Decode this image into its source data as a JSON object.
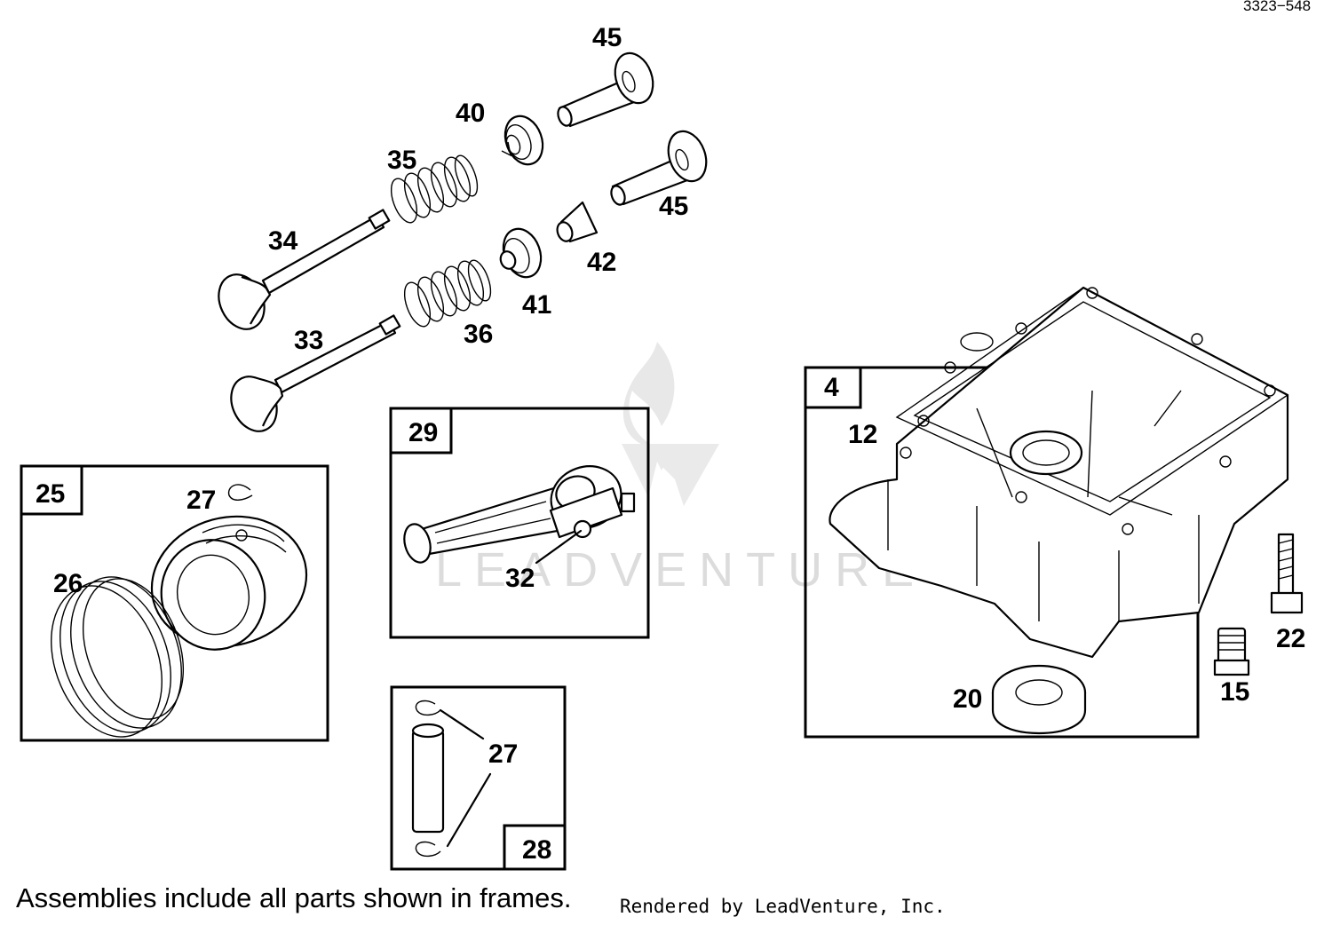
{
  "diagram": {
    "reference_code": "3323−548",
    "part_labels": {
      "p45a": "45",
      "p40": "40",
      "p35": "35",
      "p45b": "45",
      "p34": "34",
      "p42": "42",
      "p41": "41",
      "p36": "36",
      "p33": "33",
      "p12": "12",
      "p22": "22",
      "p15": "15",
      "p20": "20",
      "p27a": "27",
      "p26": "26",
      "p32": "32",
      "p27b": "27"
    },
    "frames": {
      "f25": "25",
      "f29": "29",
      "f4": "4",
      "f28": "28"
    },
    "caption": "Assemblies include all parts shown in frames.",
    "credit": "Rendered by LeadVenture, Inc.",
    "watermark": "LEADVENTURE"
  },
  "colors": {
    "line": "#000000",
    "background": "#ffffff",
    "watermark": "#d9d9d9"
  }
}
